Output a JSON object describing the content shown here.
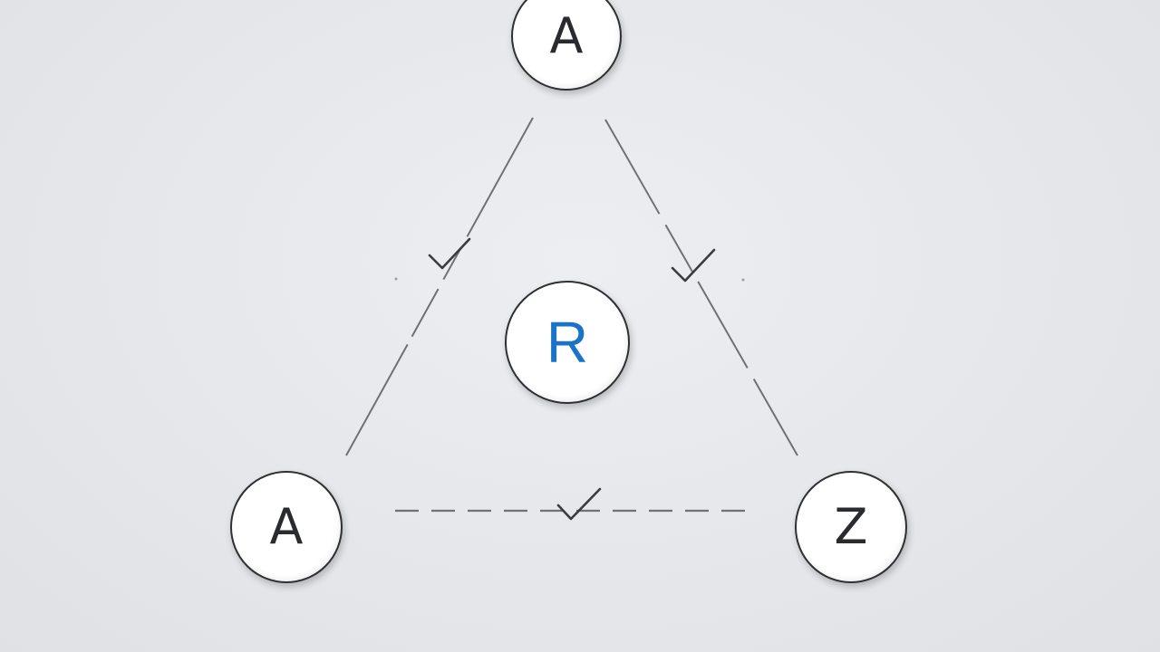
{
  "diagram": {
    "nodes": {
      "top": {
        "letter": "A"
      },
      "bottom_left": {
        "letter": "A"
      },
      "bottom_right": {
        "letter": "Z"
      },
      "center": {
        "letter": "R"
      }
    },
    "edges": [
      {
        "from": "top",
        "to": "bottom_left",
        "mark": "check-icon"
      },
      {
        "from": "top",
        "to": "bottom_right",
        "mark": "check-icon"
      },
      {
        "from": "bottom_left",
        "to": "bottom_right",
        "mark": "check-icon"
      }
    ],
    "colors": {
      "accent": "#1a73c8",
      "node_border": "#2f3033",
      "line": "#6f7175",
      "check": "#3a3b3e",
      "background": "#e6e8ec"
    }
  }
}
